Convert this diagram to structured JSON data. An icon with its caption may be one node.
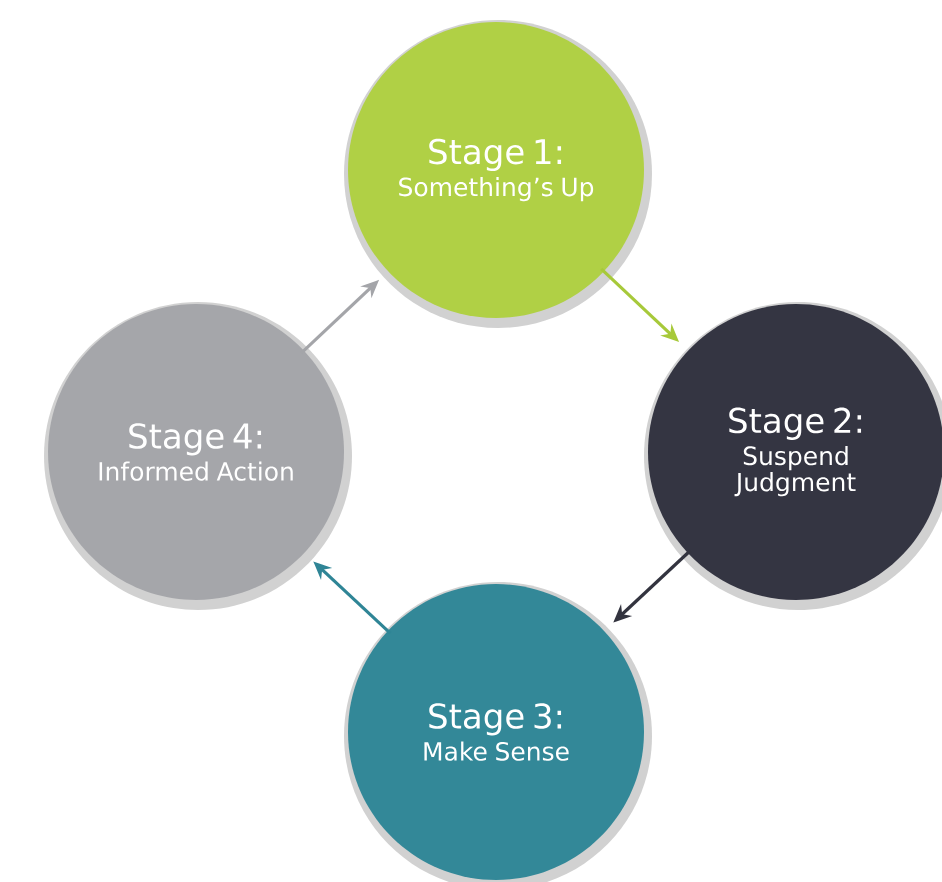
{
  "diagram": {
    "nodes": [
      {
        "text": [
          "Stage 1:",
          "Something’s Up"
        ]
      },
      {
        "text": [
          "Stage 2:",
          "Suspend Judgment"
        ]
      },
      {
        "text": [
          "Stage 3:",
          "Make Sense"
        ]
      },
      {
        "text": [
          "Stage 4:",
          "Informed Action"
        ]
      }
    ],
    "edges": [
      {
        "from": 0,
        "to": 1,
        "arrow": "to",
        "color": "#a7c93a"
      },
      {
        "from": 1,
        "to": 2,
        "arrow": "to",
        "color": "#33343f"
      },
      {
        "from": 2,
        "to": 3,
        "arrow": "to",
        "color": "#2f8596"
      },
      {
        "from": 3,
        "to": 0,
        "arrow": "to",
        "color": "#a4a5a9"
      }
    ]
  }
}
